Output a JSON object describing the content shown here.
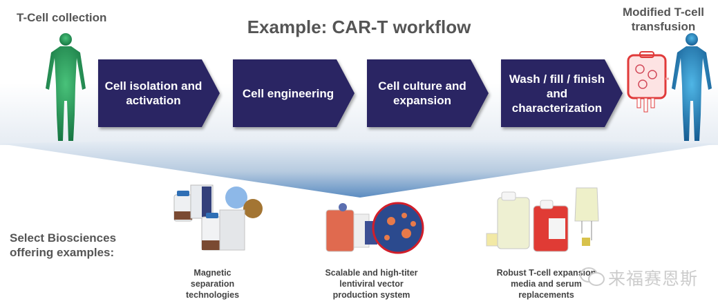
{
  "title": "Example: CAR-T workflow",
  "start": {
    "label": "T-Cell collection",
    "icon": "human-figure-green-icon"
  },
  "end": {
    "label_line1": "Modified T-cell",
    "label_line2": "transfusion",
    "icons": [
      "iv-bag-icon",
      "human-figure-blue-icon"
    ]
  },
  "steps": [
    {
      "line1": "Cell isolation and",
      "line2": "activation",
      "line3": ""
    },
    {
      "line1": "Cell engineering",
      "line2": "",
      "line3": ""
    },
    {
      "line1": "Cell culture and",
      "line2": "expansion",
      "line3": ""
    },
    {
      "line1": "Wash / fill / finish",
      "line2": "and",
      "line3": "characterization"
    }
  ],
  "offerings": {
    "title_line1": "Select Biosciences",
    "title_line2": "offering examples:",
    "products": [
      {
        "line1": "Magnetic",
        "line2": "separation",
        "line3": "technologies",
        "icon": "magnetic-beads-product-icon"
      },
      {
        "line1": "Scalable and high-titer",
        "line2": "lentiviral vector",
        "line3": "production system",
        "icon": "lentiviral-product-icon"
      },
      {
        "line1": "Robust T-cell expansion",
        "line2": "media and serum",
        "line3": "replacements",
        "icon": "media-bottles-product-icon"
      }
    ]
  },
  "colors": {
    "step_fill": "#2a2563",
    "funnel_top": "#e9eef5",
    "funnel_bottom": "#5a8bc0",
    "text_gray": "#555555"
  },
  "watermark": "来福赛恩斯"
}
